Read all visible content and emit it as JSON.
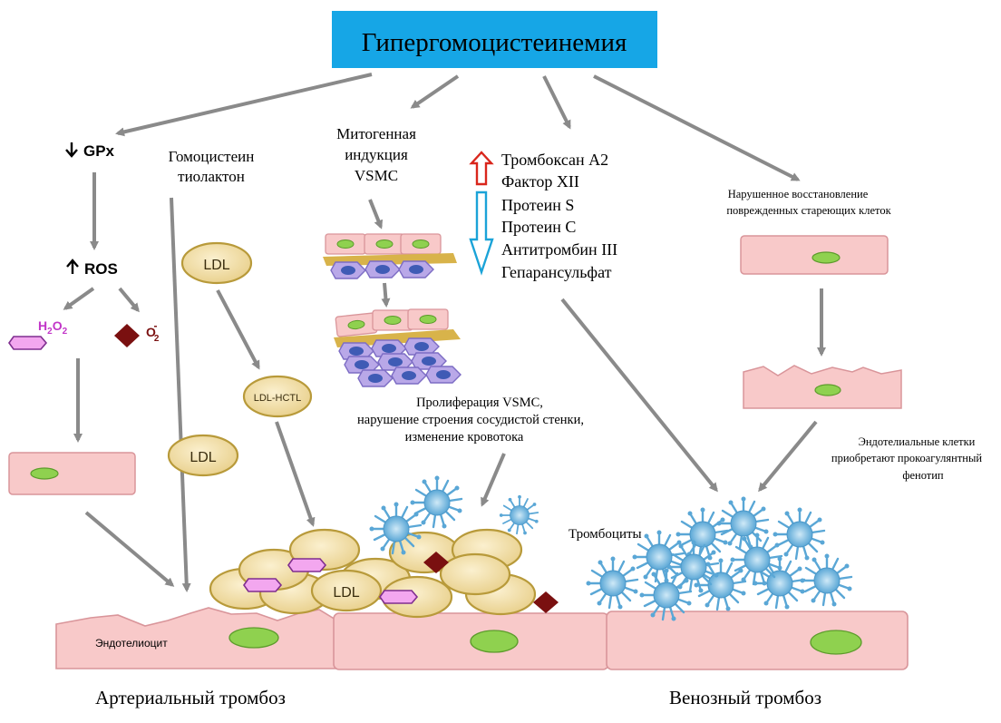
{
  "header": {
    "title": "Гипергомоцистеинемия",
    "box_color": "#16a6e6"
  },
  "left": {
    "gpx": "GPx",
    "ros": "ROS",
    "h2o2": "H",
    "h2o2_sub1": "2",
    "h2o2_mid": "O",
    "h2o2_sub2": "2",
    "o2": "O",
    "o2_sub": "2",
    "o2_sup": "-"
  },
  "thiolactone": {
    "line1": "Гомоцистеин",
    "line2": "тиолактон"
  },
  "ldl": {
    "label": "LDL",
    "hctl_label": "LDL-HCTL"
  },
  "mitogen": {
    "line1": "Митогенная",
    "line2": "индукция",
    "line3": "VSMC",
    "prolif_line1": "Пролиферация VSMC,",
    "prolif_line2": "нарушение строения сосудистой стенки,",
    "prolif_line3": "изменение кровотока"
  },
  "factors": {
    "up": [
      "Тромбоксан A2",
      "Фактор XII"
    ],
    "down": [
      "Протеин S",
      "Протеин C",
      "Антитромбин III",
      "Гепарансульфат"
    ],
    "up_color": "#d9261c",
    "down_color": "#1ba3d8"
  },
  "right": {
    "repair_line1": "Нарушенное восстановление",
    "repair_line2": "поврежденных стареющих клеток",
    "procoag_line1": "Эндотелиальные клетки",
    "procoag_line2": "приобретают прокоагулянтный",
    "procoag_line3": "фенотип"
  },
  "bottom": {
    "endotheliocyte": "Эндотелиоцит",
    "platelets": "Тромбоциты",
    "arterial": "Артериальный тромбоз",
    "venous": "Венозный тромбоз"
  },
  "colors": {
    "cell_fill": "#f8c9c9",
    "cell_stroke": "#d9959a",
    "nucleus": "#8fd14f",
    "ldl_fill": "#f1dca6",
    "ldl_stroke": "#b89a3a",
    "pink_fill": "#f3a7ef",
    "diamond": "#7a1010",
    "platelet": "#6ab3dc",
    "arrow": "#8a8a8a"
  }
}
